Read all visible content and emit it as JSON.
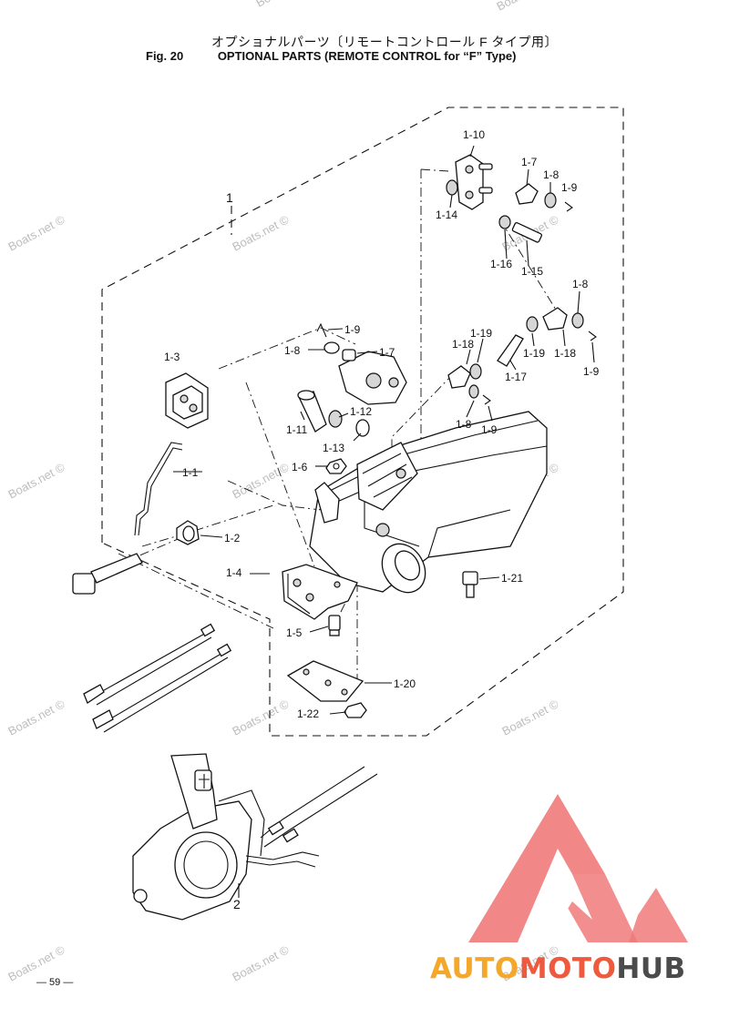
{
  "header": {
    "title_jp": "オプショナルパーツ〔リモートコントロール F タイプ用〕",
    "fig_label": "Fig. 20",
    "title_en": "OPTIONAL PARTS (REMOTE CONTROL for “F” Type)"
  },
  "watermark": "Boats.net ©",
  "callouts": [
    "1",
    "1-1",
    "1-2",
    "1-3",
    "1-4",
    "1-5",
    "1-6",
    "1-7",
    "1-7",
    "1-8",
    "1-8",
    "1-8",
    "1-8",
    "1-9",
    "1-9",
    "1-9",
    "1-9",
    "1-10",
    "1-11",
    "1-12",
    "1-13",
    "1-14",
    "1-15",
    "1-16",
    "1-17",
    "1-18",
    "1-18",
    "1-19",
    "1-19",
    "1-20",
    "1-21",
    "1-22",
    "2"
  ],
  "footer": {
    "page_number": "— 59 —"
  },
  "brand": {
    "part1": "AUTO",
    "part2": "MOTO",
    "part3": "HUB"
  },
  "colors": {
    "logo_triangle": "#f07a7a",
    "brand_auto": "#f5a72a",
    "brand_moto": "#ee5a3e",
    "brand_hub": "#4b4b4b"
  }
}
